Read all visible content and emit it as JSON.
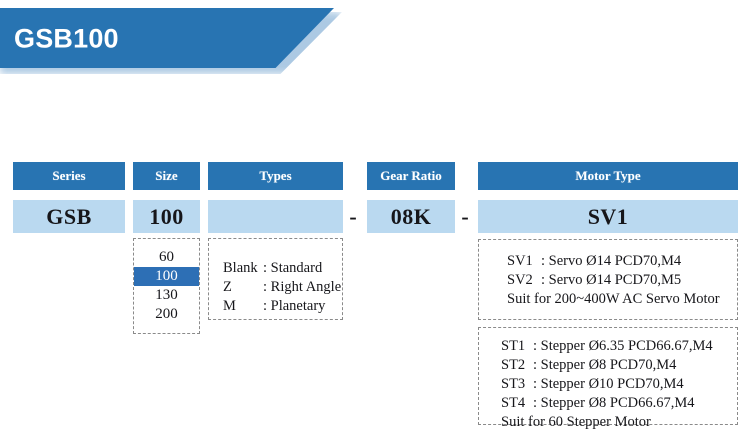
{
  "banner": {
    "title": "GSB100"
  },
  "colors": {
    "header_blue": "#2874B2",
    "value_light_blue": "#BAD9F0",
    "selected_blue": "#2D6FB5",
    "dashed_border": "#8a8a8a"
  },
  "table": {
    "columns": [
      {
        "header": "Series",
        "value": "GSB"
      },
      {
        "header": "Size",
        "value": "100"
      },
      {
        "header": "Types",
        "value": ""
      },
      {
        "header": "Gear Ratio",
        "value": "08K"
      },
      {
        "header": "Motor Type",
        "value": "SV1"
      }
    ],
    "separators": [
      "-",
      "-"
    ]
  },
  "size_options": {
    "items": [
      "60",
      "100",
      "130",
      "200"
    ],
    "selected": "100"
  },
  "types_options": [
    {
      "code": "Blank",
      "sep": ":",
      "desc": "Standard"
    },
    {
      "code": "Z",
      "sep": ":",
      "desc": "Right  Angle"
    },
    {
      "code": "M",
      "sep": ":",
      "desc": "Planetary"
    }
  ],
  "servo_options": {
    "items": [
      {
        "code": "SV1",
        "sep": ":",
        "desc": "Servo Ø14 PCD70,M4"
      },
      {
        "code": "SV2",
        "sep": ":",
        "desc": "Servo Ø14 PCD70,M5"
      }
    ],
    "note": "Suit for  200~400W AC Servo Motor"
  },
  "stepper_options": {
    "items": [
      {
        "code": "ST1",
        "sep": ":",
        "desc": "Stepper Ø6.35 PCD66.67,M4"
      },
      {
        "code": "ST2",
        "sep": ":",
        "desc": "Stepper Ø8 PCD70,M4"
      },
      {
        "code": "ST3",
        "sep": ":",
        "desc": "Stepper Ø10 PCD70,M4"
      },
      {
        "code": "ST4",
        "sep": ":",
        "desc": "Stepper Ø8 PCD66.67,M4"
      }
    ],
    "note": "Suit for  60 Stepper Motor"
  }
}
